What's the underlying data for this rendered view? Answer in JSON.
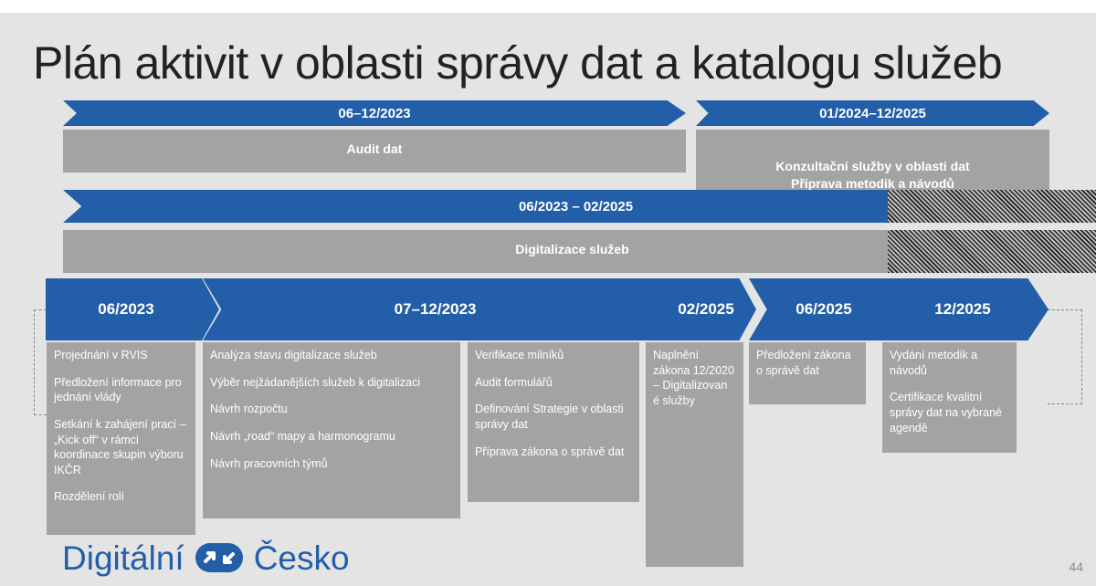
{
  "title": "Plán aktivit v oblasti správy dat a katalogu služeb",
  "top_phases": [
    {
      "period": "06–12/2023",
      "activity": "Audit dat"
    },
    {
      "period": "01/2024–12/2025",
      "activity": "Konzultační služby v oblasti dat\nPříprava metodik a návodů"
    }
  ],
  "middle_phase": {
    "period": "06/2023 – 02/2025",
    "activity": "Digitalizace služeb"
  },
  "milestones": [
    {
      "label": "06/2023"
    },
    {
      "label": "07–12/2023"
    },
    {
      "label": "02/2025"
    },
    {
      "label": "06/2025"
    },
    {
      "label": "12/2025"
    }
  ],
  "boxes": [
    {
      "items": [
        "Projednání v RVIS",
        "Předložení informace pro jednání vlády",
        "Setkání k zahájení prací – „Kick off“ v rámci koordinace skupin výboru IKČR",
        "Rozdělení rolí"
      ]
    },
    {
      "items": [
        "Analýza stavu digitalizace služeb",
        "Výběr nejžádanějších služeb k digitalizaci",
        "Návrh rozpočtu",
        "Návrh „road“ mapy a harmonogramu",
        "Návrh pracovních týmů"
      ]
    },
    {
      "items": [
        "Verifikace milníků",
        "Audit formulářů",
        "Definování Strategie v oblasti správy dat",
        "Příprava zákona o správě dat"
      ]
    },
    {
      "items": [
        "Naplnění zákona 12/2020 – Digitalizovan é služby"
      ]
    },
    {
      "items": [
        "Předložení zákona o správě dat"
      ]
    },
    {
      "items": [
        "Vydání metodik a návodů",
        "Certifikace kvalitní správy dat na vybrané agendě"
      ]
    }
  ],
  "logo": {
    "left_word": "Digitální",
    "right_word": "Česko",
    "icon": "link-arrows-icon"
  },
  "page_number": "44",
  "colors": {
    "accent_blue": "#235ea9",
    "bar_gray": "#a3a3a3",
    "background": "#e4e4e4"
  }
}
